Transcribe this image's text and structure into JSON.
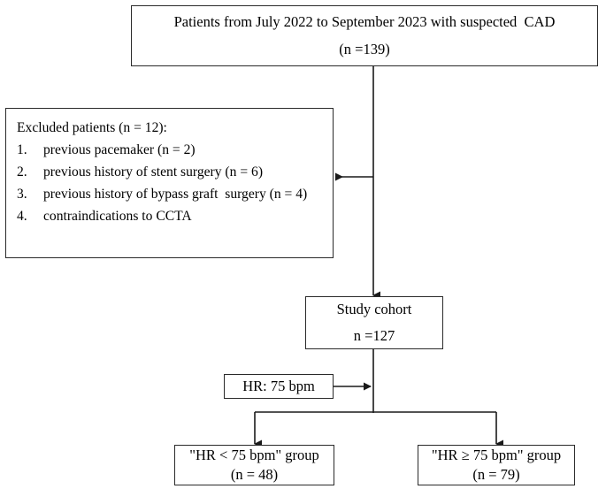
{
  "diagram": {
    "title": "Patient enrollment and grouping flow diagram",
    "stroke_color": "#2a2a2a",
    "background_color": "#ffffff",
    "boxes": {
      "enrollment": {
        "line1": "Patients from July 2022 to September 2023 with suspected  CAD",
        "line2": "(n =139)"
      },
      "excluded": {
        "heading": "Excluded patients (n = 12):",
        "items": [
          {
            "number": "1.",
            "text": "previous pacemaker (n = 2)"
          },
          {
            "number": "2.",
            "text": "previous history of stent surgery (n = 6)"
          },
          {
            "number": "3.",
            "text": "previous history of bypass graft  surgery (n = 4)"
          },
          {
            "number": "4.",
            "text": "contraindications to CCTA"
          }
        ]
      },
      "cohort": {
        "line1": "Study cohort",
        "line2": "n =127"
      },
      "hr_threshold": {
        "label": "HR: 75 bpm"
      },
      "group_low": {
        "line1": "\"HR < 75 bpm\" group",
        "line2": "(n = 48)"
      },
      "group_high": {
        "line1": "\"HR ≥ 75 bpm\" group",
        "line2": "(n = 79)"
      }
    }
  },
  "chart_data": {
    "type": "diagram",
    "title": "Patient enrollment and grouping flow diagram",
    "nodes": [
      {
        "id": "enrollment",
        "label": "Patients from July 2022 to September 2023 with suspected CAD",
        "n": 139
      },
      {
        "id": "excluded",
        "label": "Excluded patients",
        "n": 12
      },
      {
        "id": "cohort",
        "label": "Study cohort",
        "n": 127
      },
      {
        "id": "group_low",
        "label": "\"HR < 75 bpm\" group",
        "n": 48
      },
      {
        "id": "group_high",
        "label": "\"HR ≥ 75 bpm\" group",
        "n": 79
      }
    ],
    "exclusion_reasons": [
      {
        "reason": "previous pacemaker",
        "n": 2
      },
      {
        "reason": "previous history of stent surgery",
        "n": 6
      },
      {
        "reason": "previous history of bypass graft surgery",
        "n": 4
      },
      {
        "reason": "contraindications to CCTA",
        "n": null
      }
    ],
    "edges": [
      {
        "from": "enrollment",
        "to": "excluded",
        "label": ""
      },
      {
        "from": "enrollment",
        "to": "cohort",
        "label": ""
      },
      {
        "from": "cohort",
        "to": "group_low",
        "label": "HR: 75 bpm"
      },
      {
        "from": "cohort",
        "to": "group_high",
        "label": "HR: 75 bpm"
      }
    ]
  }
}
